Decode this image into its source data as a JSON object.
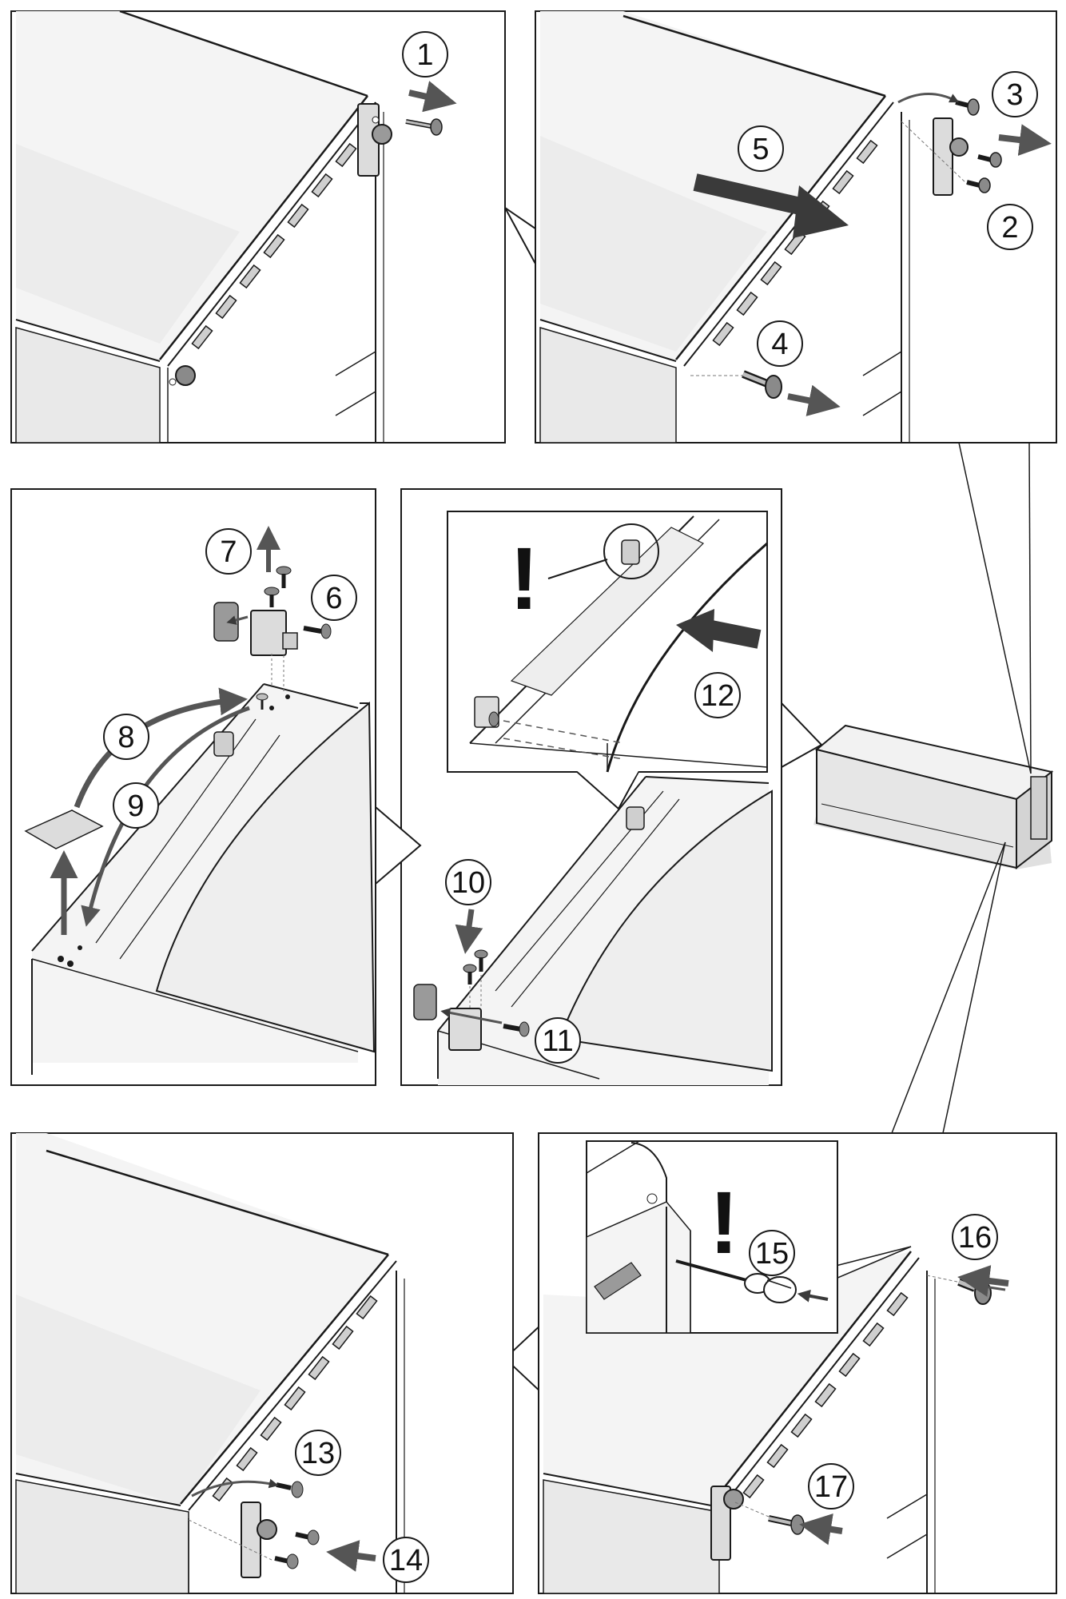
{
  "colors": {
    "line": "#1a1a1a",
    "panel_face": "#f4f4f4",
    "panel_shade": "#e6e6e6",
    "panel_dark": "#d4d4d4",
    "arrow_grey": "#555555",
    "arrow_dark": "#3a3a3a",
    "callout_bg": "#ffffff"
  },
  "steps": {
    "s1": "1",
    "s2": "2",
    "s3": "3",
    "s4": "4",
    "s5": "5",
    "s6": "6",
    "s7": "7",
    "s8": "8",
    "s9": "9",
    "s10": "10",
    "s11": "11",
    "s12": "12",
    "s13": "13",
    "s14": "14",
    "s15": "15",
    "s16": "16",
    "s17": "17"
  },
  "warnings": {
    "w1": "!",
    "w2": "!"
  },
  "icons": {
    "callout": "circled-number",
    "attention": "exclamation-mark",
    "screw": "screw-icon",
    "hinge": "hinge-bracket-icon",
    "cover": "cover-cap-icon",
    "screwdriver": "screwdriver-icon",
    "unit": "appliance-unit-icon"
  }
}
